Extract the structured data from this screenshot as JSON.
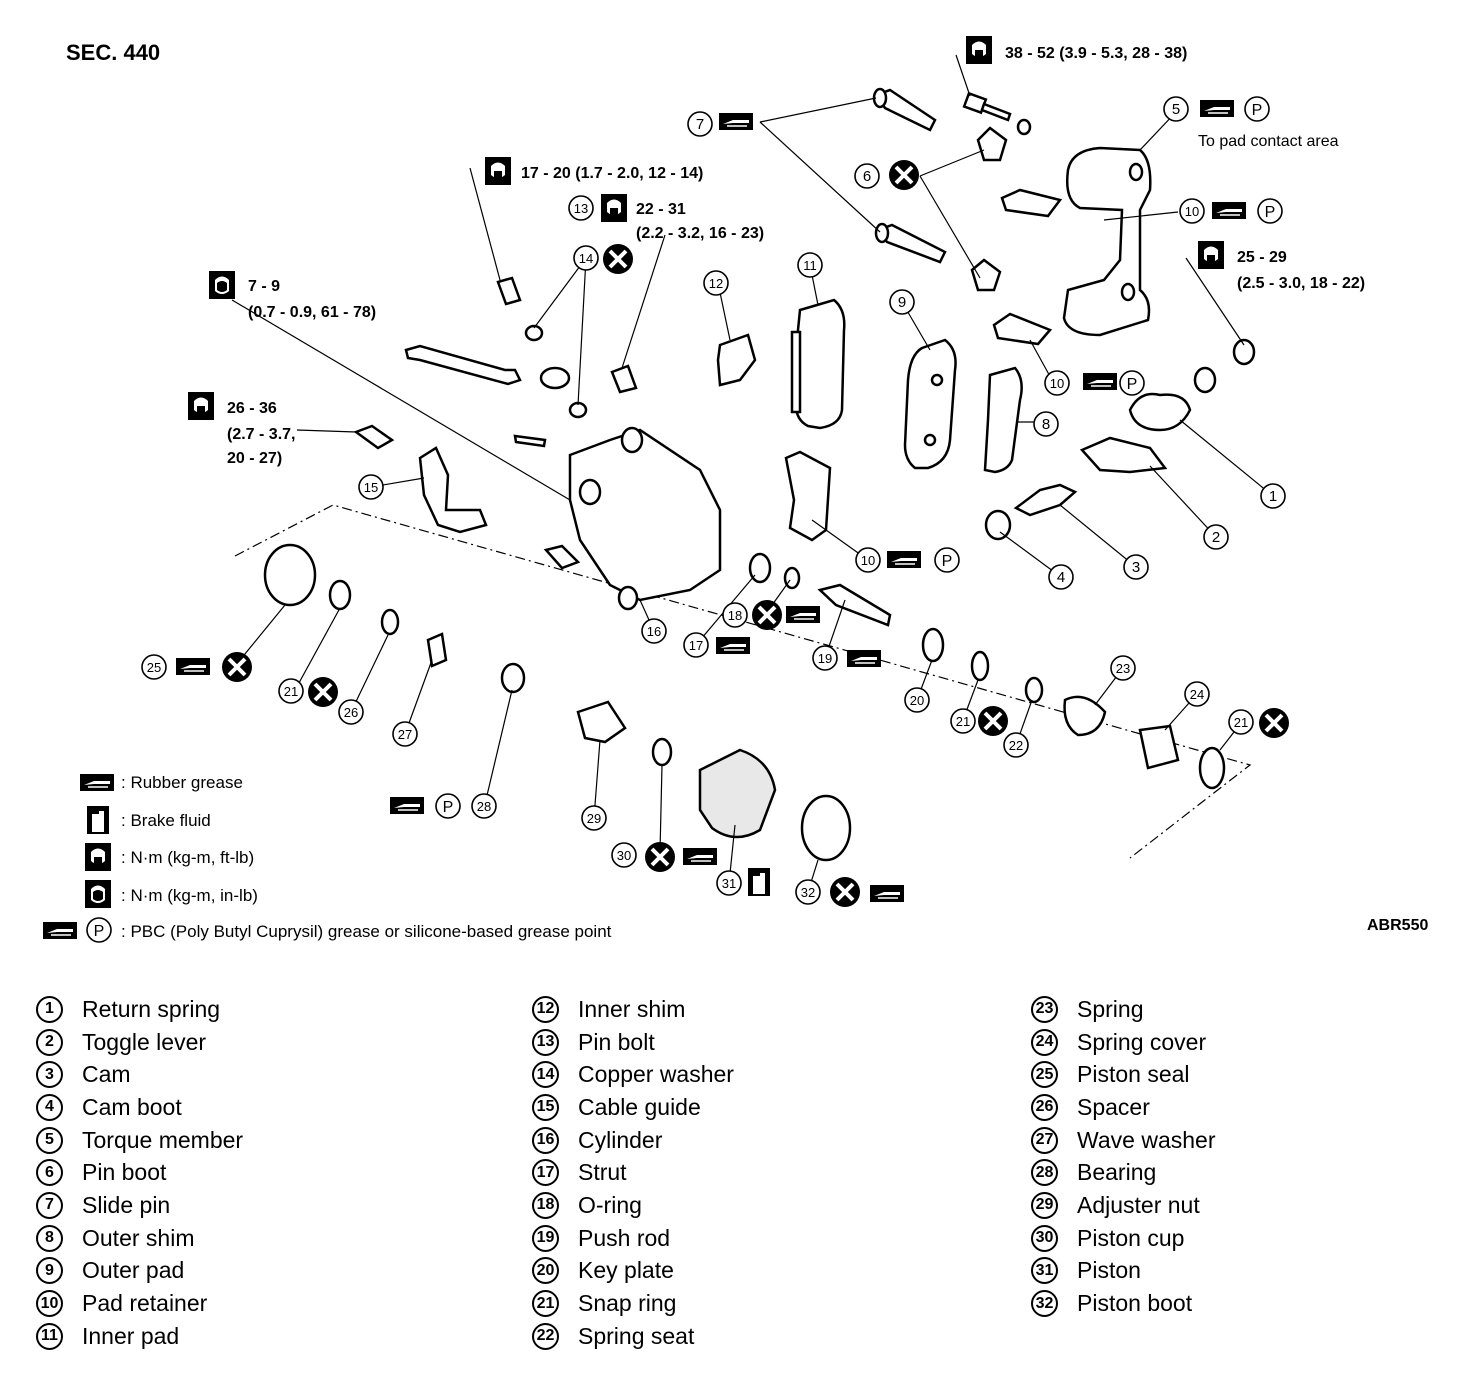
{
  "section": "SEC. 440",
  "figure_code": "ABR550",
  "torque_specs": {
    "t38": "38 - 52 (3.9 - 5.3, 28 - 38)",
    "t17": "17 - 20 (1.7 - 2.0, 12 - 14)",
    "t22a": "22 - 31",
    "t22b": "(2.2 - 3.2, 16 - 23)",
    "t25a": "25 - 29",
    "t25b": "(2.5 - 3.0, 18 - 22)",
    "t7a": "7 - 9",
    "t7b": "(0.7 - 0.9, 61 - 78)",
    "t26a": "26 - 36",
    "t26b": "(2.7 - 3.7,",
    "t26c": "20 - 27)"
  },
  "notes": {
    "pad_contact": "To pad contact area"
  },
  "symbol_legend": [
    {
      "icon": "rubber-grease-icon",
      "text": ": Rubber grease"
    },
    {
      "icon": "brake-fluid-icon",
      "text": ": Brake fluid"
    },
    {
      "icon": "torque-ftlb-icon",
      "text": ": N·m (kg-m, ft-lb)"
    },
    {
      "icon": "torque-inlb-icon",
      "text": ": N·m (kg-m, in-lb)"
    },
    {
      "icon": "pbc-grease-icon",
      "text": ": PBC (Poly Butyl Cuprysil) grease or silicone-based grease point"
    }
  ],
  "callout_numbers": [
    "1",
    "2",
    "3",
    "4",
    "5",
    "6",
    "7",
    "8",
    "9",
    "10",
    "11",
    "12",
    "13",
    "14",
    "15",
    "16",
    "17",
    "18",
    "19",
    "20",
    "21",
    "22",
    "23",
    "24",
    "25",
    "26",
    "27",
    "28",
    "29",
    "30",
    "31",
    "32"
  ],
  "pbc_letter": "P",
  "parts": [
    {
      "num": "1",
      "name": "Return spring"
    },
    {
      "num": "2",
      "name": "Toggle lever"
    },
    {
      "num": "3",
      "name": "Cam"
    },
    {
      "num": "4",
      "name": "Cam boot"
    },
    {
      "num": "5",
      "name": "Torque member"
    },
    {
      "num": "6",
      "name": "Pin boot"
    },
    {
      "num": "7",
      "name": "Slide pin"
    },
    {
      "num": "8",
      "name": "Outer shim"
    },
    {
      "num": "9",
      "name": "Outer pad"
    },
    {
      "num": "10",
      "name": "Pad retainer"
    },
    {
      "num": "11",
      "name": "Inner pad"
    },
    {
      "num": "12",
      "name": "Inner shim"
    },
    {
      "num": "13",
      "name": "Pin bolt"
    },
    {
      "num": "14",
      "name": "Copper washer"
    },
    {
      "num": "15",
      "name": "Cable guide"
    },
    {
      "num": "16",
      "name": "Cylinder"
    },
    {
      "num": "17",
      "name": "Strut"
    },
    {
      "num": "18",
      "name": "O-ring"
    },
    {
      "num": "19",
      "name": "Push rod"
    },
    {
      "num": "20",
      "name": "Key plate"
    },
    {
      "num": "21",
      "name": "Snap ring"
    },
    {
      "num": "22",
      "name": "Spring seat"
    },
    {
      "num": "23",
      "name": "Spring"
    },
    {
      "num": "24",
      "name": "Spring cover"
    },
    {
      "num": "25",
      "name": "Piston seal"
    },
    {
      "num": "26",
      "name": "Spacer"
    },
    {
      "num": "27",
      "name": "Wave washer"
    },
    {
      "num": "28",
      "name": "Bearing"
    },
    {
      "num": "29",
      "name": "Adjuster nut"
    },
    {
      "num": "30",
      "name": "Piston cup"
    },
    {
      "num": "31",
      "name": "Piston"
    },
    {
      "num": "32",
      "name": "Piston boot"
    }
  ]
}
